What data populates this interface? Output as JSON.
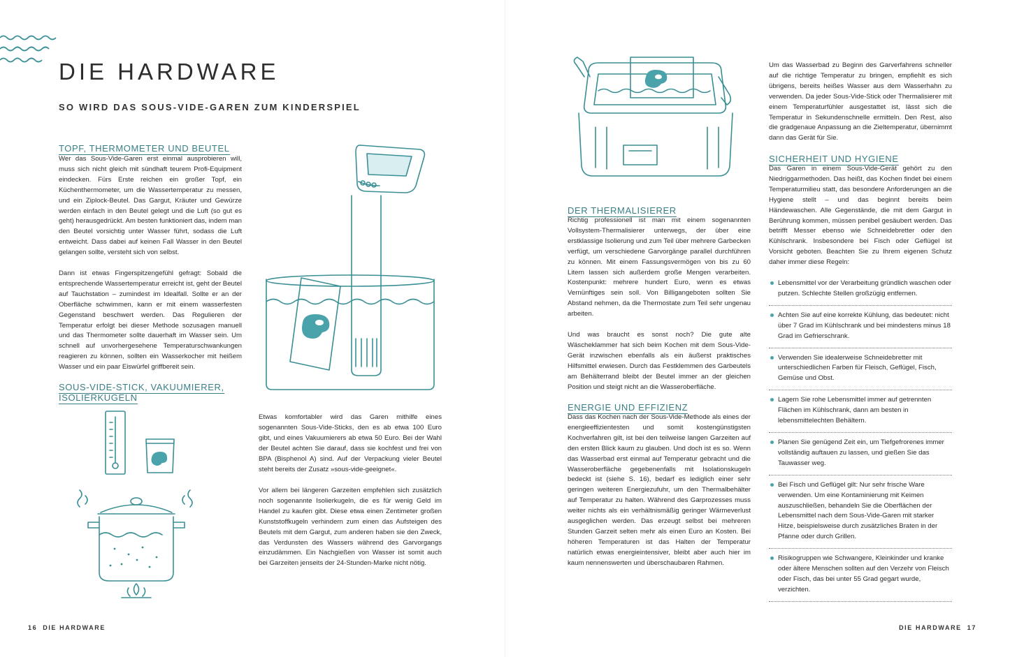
{
  "left_page": {
    "chapter_title": "DIE HARDWARE",
    "subtitle": "SO WIRD DAS SOUS-VIDE-GAREN ZUM KINDERSPIEL",
    "section1": {
      "heading": "TOPF, THERMOMETER UND BEUTEL",
      "para1": "Wer das Sous-Vide-Garen erst einmal ausprobieren will, muss sich nicht gleich mit sündhaft teurem Profi-Equipment eindecken. Fürs Erste reichen ein großer Topf, ein Küchenthermometer, um die Wassertemperatur zu messen, und ein Ziplock-Beutel. Das Gargut, Kräuter und Gewürze werden einfach in den Beutel gelegt und die Luft (so gut es geht) herausgedrückt. Am besten funktioniert das, indem man den Beutel vorsichtig unter Wasser führt, sodass die Luft entweicht. Dass dabei auf keinen Fall Wasser in den Beutel gelangen sollte, versteht sich von selbst.",
      "para2": "Dann ist etwas Fingerspitzengefühl gefragt: Sobald die entsprechende Wassertemperatur erreicht ist, geht der Beutel auf Tauchstation – zumindest im Idealfall. Sollte er an der Oberfläche schwimmen, kann er mit einem wasserfesten Gegenstand beschwert werden. Das Regulieren der Temperatur erfolgt bei dieser Methode sozusagen manuell und das Thermometer sollte dauerhaft im Wasser sein. Um schnell auf unvorhergesehene Temperaturschwankungen reagieren zu können, sollten ein Wasserkocher mit heißem Wasser und ein paar Eiswürfel griffbereit sein."
    },
    "section2": {
      "heading_line1": "SOUS-VIDE-STICK, VAKUUMIERER,",
      "heading_line2": "ISOLIERKUGELN",
      "para1": "Etwas komfortabler wird das Garen mithilfe eines sogenannten Sous-Vide-Sticks, den es ab etwa 100 Euro gibt, und eines Vakuumierers ab etwa 50 Euro. Bei der Wahl der Beutel achten Sie darauf, dass sie kochfest und frei von BPA (Bisphenol A) sind. Auf der Verpackung vieler Beutel steht bereits der Zusatz »sous-vide-geeignet«.",
      "para2": "Vor allem bei längeren Garzeiten empfehlen sich zusätzlich noch sogenannte Isolierkugeln, die es für wenig Geld im Handel zu kaufen gibt. Diese etwa einen Zentimeter großen Kunststoffkugeln verhindern zum einen das Aufsteigen des Beutels mit dem Gargut, zum anderen haben sie den Zweck, das Verdunsten des Wassers während des Garvorgangs einzudämmen. Ein Nachgießen von Wasser ist somit auch bei Garzeiten jenseits der 24-Stunden-Marke nicht nötig."
    },
    "footer": {
      "page_number": "16",
      "label": "DIE HARDWARE"
    }
  },
  "right_page": {
    "section_thermalisierer": {
      "heading": "DER THERMALISIERER",
      "para1": "Richtig professionell ist man mit einem sogenannten Vollsystem-Thermalisierer unterwegs, der über eine erstklassige Isolierung und zum Teil über mehrere Garbecken verfügt, um verschiedene Garvorgänge parallel durchführen zu können. Mit einem Fassungsvermögen von bis zu 60 Litern lassen sich außerdem große Mengen verarbeiten. Kostenpunkt: mehrere hundert Euro, wenn es etwas Vernünftiges sein soll. Von Billigangeboten sollten Sie Abstand nehmen, da die Thermostate zum Teil sehr ungenau arbeiten.",
      "para2": "Und was braucht es sonst noch? Die gute alte Wäscheklammer hat sich beim Kochen mit dem Sous-Vide-Gerät inzwischen ebenfalls als ein äußerst praktisches Hilfsmittel erwiesen. Durch das Festklemmen des Garbeutels am Behälterrand bleibt der Beutel immer an der gleichen Position und steigt nicht an die Wasseroberfläche."
    },
    "section_energie": {
      "heading": "ENERGIE UND EFFIZIENZ",
      "para1": "Dass das Kochen nach der Sous-Vide-Methode als eines der energieeffizientesten und somit kostengünstigsten Kochverfahren gilt, ist bei den teilweise langen Garzeiten auf den ersten Blick kaum zu glauben. Und doch ist es so. Wenn das Wasserbad erst einmal auf Temperatur gebracht und die Wasseroberfläche gegebenenfalls mit Isolationskugeln bedeckt ist (siehe S. 16), bedarf es lediglich einer sehr geringen weiteren Energiezufuhr, um den Thermalbehälter auf Temperatur zu halten. Während des Garprozesses muss weiter nichts als ein verhältnismäßig geringer Wärmeverlust ausgeglichen werden. Das erzeugt selbst bei mehreren Stunden Garzeit selten mehr als einen Euro an Kosten. Bei höheren Temperaturen ist das Halten der Temperatur natürlich etwas energieintensiver, bleibt aber auch hier im kaum nennenswerten und überschaubaren Rahmen."
    },
    "intro_para": "Um das Wasserbad zu Beginn des Garverfahrens schneller auf die richtige Temperatur zu bringen, empfiehlt es sich übrigens, bereits heißes Wasser aus dem Wasserhahn zu verwenden. Da jeder Sous-Vide-Stick oder Thermalisierer mit einem Temperaturfühler ausgestattet ist, lässt sich die Temperatur in Sekundenschnelle ermitteln. Den Rest, also die gradgenaue Anpassung an die Zieltemperatur, übernimmt dann das Gerät für Sie.",
    "section_hygiene": {
      "heading": "SICHERHEIT UND HYGIENE",
      "para1": "Das Garen in einem Sous-Vide-Gerät gehört zu den Niedriggarmethoden. Das heißt, das Kochen findet bei einem Temperaturmilieu statt, das besondere Anforderungen an die Hygiene stellt – und das beginnt bereits beim Händewaschen. Alle Gegenstände, die mit dem Gargut in Berührung kommen, müssen penibel gesäubert werden. Das betrifft Messer ebenso wie Schneidebretter oder den Kühlschrank. Insbesondere bei Fisch oder Geflügel ist Vorsicht geboten. Beachten Sie zu Ihrem eigenen Schutz daher immer diese Regeln:",
      "bullets": [
        "Lebensmittel vor der Verarbeitung gründlich waschen oder putzen. Schlechte Stellen großzügig entfernen.",
        "Achten Sie auf eine korrekte Kühlung, das bedeutet: nicht über 7 Grad im Kühlschrank und bei mindestens minus 18 Grad im Gefrierschrank.",
        "Verwenden Sie idealerweise Schneidebretter mit unterschiedlichen Farben für Fleisch, Geflügel, Fisch, Gemüse und Obst.",
        "Lagern Sie rohe Lebensmittel immer auf getrennten Flächen im Kühlschrank, dann am besten in lebensmittelechten Behältern.",
        "Planen Sie genügend Zeit ein, um Tiefgefrorenes immer vollständig auftauen zu lassen, und gießen Sie das Tauwasser weg.",
        "Bei Fisch und Geflügel gilt: Nur sehr frische Ware verwenden. Um eine Kontaminierung mit Keimen auszuschließen, behandeln Sie die Oberflächen der Lebensmittel nach dem Sous-Vide-Garen mit starker Hitze, beispielsweise durch zusätzliches Braten in der Pfanne oder durch Grillen.",
        "Risikogruppen wie Schwangere, Kleinkinder und kranke oder ältere Menschen sollten auf den Verzehr von Fleisch oder Fisch, das bei unter 55 Grad gegart wurde, verzichten."
      ]
    },
    "footer": {
      "label": "DIE HARDWARE",
      "page_number": "17"
    }
  },
  "colors": {
    "accent": "#3a7f86",
    "illustration": "#3a8f95",
    "fill": "#4aa3aa"
  }
}
